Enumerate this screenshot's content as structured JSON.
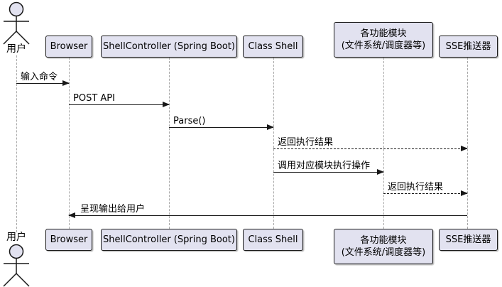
{
  "diagram": {
    "type": "uml-sequence-diagram",
    "background": "#FFFFFF",
    "colors": {
      "participant_fill": "#E2E2F0",
      "participant_border": "#181818",
      "lifeline": "#A8A8A8",
      "arrow": "#181818",
      "text": "#000000"
    },
    "actor": {
      "label_top": "用户",
      "label_bottom": "用户"
    },
    "participants": [
      {
        "id": "browser",
        "label": "Browser"
      },
      {
        "id": "shellcontroller",
        "label": "ShellController (Spring Boot)"
      },
      {
        "id": "shell",
        "label": "Class Shell"
      },
      {
        "id": "modules",
        "label": "各功能模块",
        "sublabel": "(文件系统/调度器等)"
      },
      {
        "id": "sse",
        "label": "SSE推送器"
      }
    ],
    "messages": [
      {
        "label": "输入命令",
        "from": "用户",
        "to": "Browser",
        "line": "solid",
        "direction": "right"
      },
      {
        "label": "POST API",
        "from": "Browser",
        "to": "ShellController (Spring Boot)",
        "line": "solid",
        "direction": "right"
      },
      {
        "label": "Parse()",
        "from": "ShellController (Spring Boot)",
        "to": "Class Shell",
        "line": "solid",
        "direction": "right"
      },
      {
        "label": "返回执行结果",
        "from": "Class Shell",
        "to": "SSE推送器",
        "line": "dashed",
        "direction": "right"
      },
      {
        "label": "调用对应模块执行操作",
        "from": "Class Shell",
        "to": "各功能模块",
        "line": "solid",
        "direction": "right"
      },
      {
        "label": "返回执行结果",
        "from": "各功能模块",
        "to": "SSE推送器",
        "line": "dashed",
        "direction": "right"
      },
      {
        "label": "呈现输出给用户",
        "from": "SSE推送器",
        "to": "Browser",
        "line": "solid",
        "direction": "left"
      }
    ]
  }
}
